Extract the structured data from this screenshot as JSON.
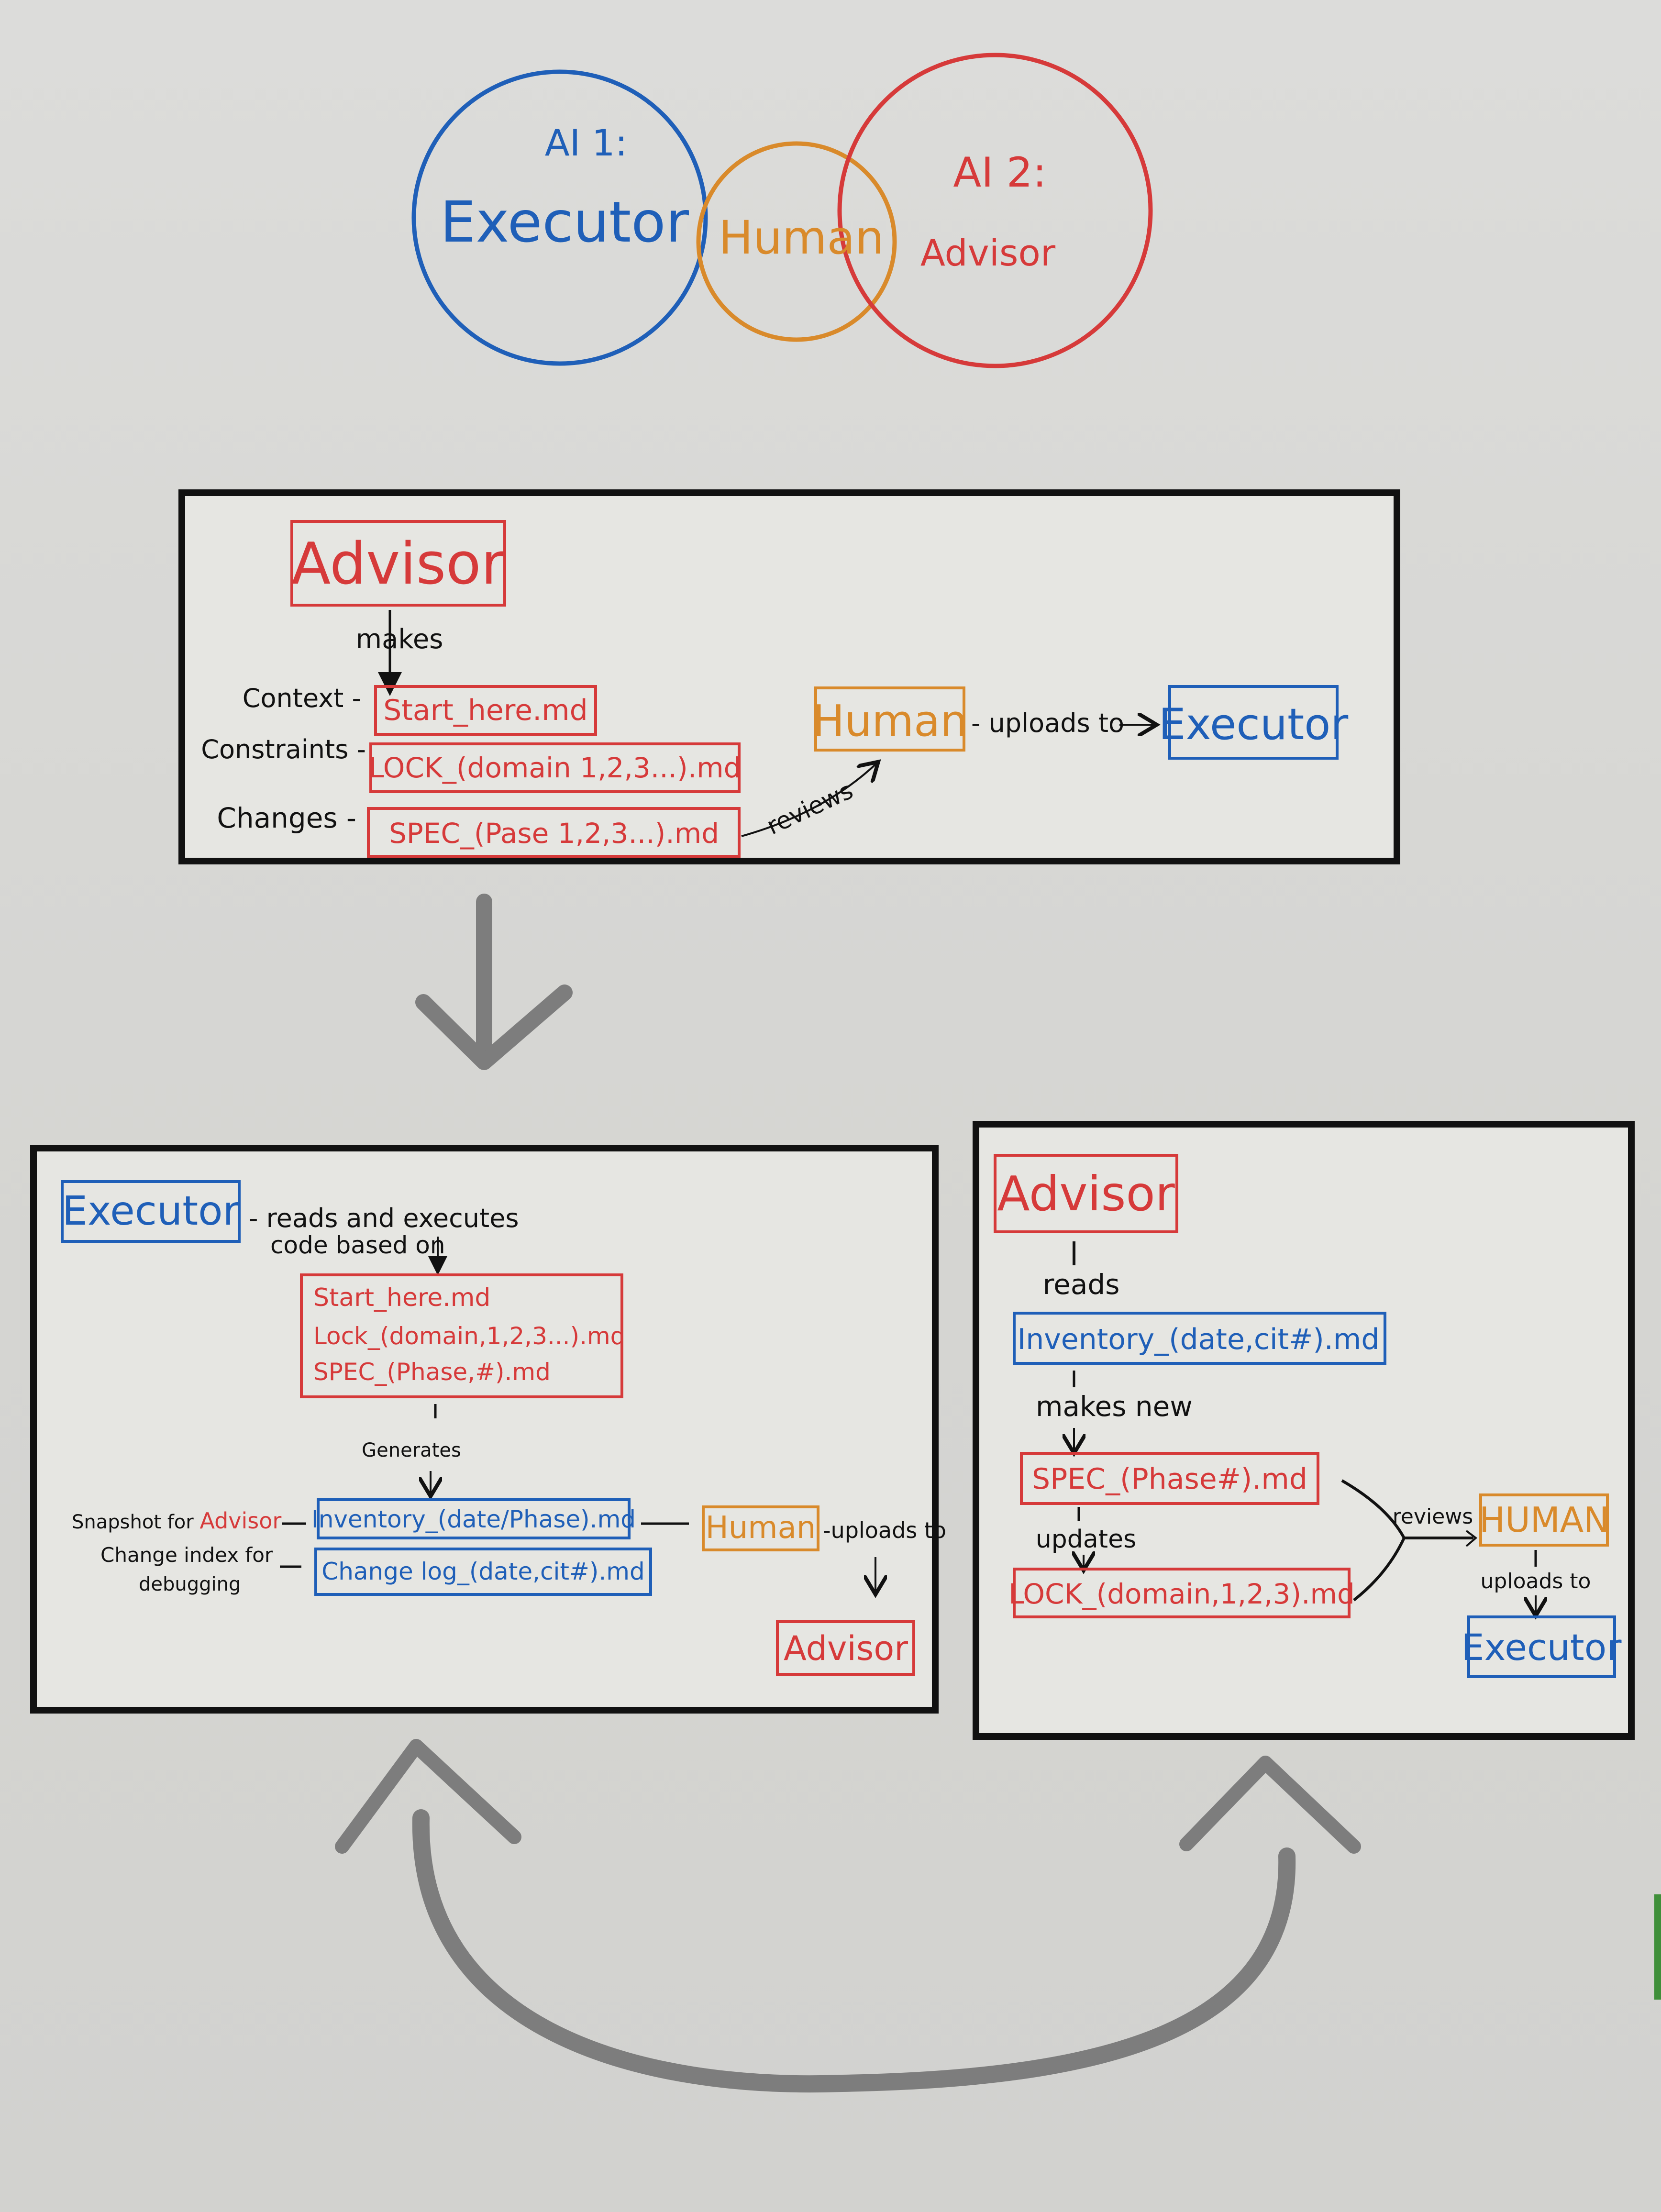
{
  "colors": {
    "blue": "#1f5fb8",
    "red": "#d63a3a",
    "orange": "#d98a2b",
    "black": "#111111",
    "gray": "#7d7d7d"
  },
  "venn": {
    "ai1_label": "AI 1:",
    "ai1_role": "Executor",
    "human": "Human",
    "ai2_label": "AI 2:",
    "ai2_role": "Advisor"
  },
  "panel1": {
    "advisor": "Advisor",
    "makes": "makes",
    "context": "Context -",
    "constraints": "Constraints -",
    "changes": "Changes -",
    "file_start": "Start_here.md",
    "file_lock": "LOCK_(domain 1,2,3...).md",
    "file_spec": "SPEC_(Pase 1,2,3...).md",
    "reviews": "reviews",
    "human": "Human",
    "uploads_to": "- uploads to",
    "executor": "Executor"
  },
  "panel2": {
    "executor": "Executor",
    "reads_line1": "- reads and executes",
    "reads_line2": "code based on",
    "file_start": "Start_here.md",
    "file_lock": "Lock_(domain,1,2,3...).md",
    "file_spec": "SPEC_(Phase,#).md",
    "generates": "Generates",
    "snapshot_prefix": "Snapshot for",
    "snapshot_advisor": "Advisor",
    "change_index_line1": "Change index for",
    "change_index_line2": "debugging",
    "file_inventory": "Inventory_(date/Phase).md",
    "file_changelog": "Change log_(date,cit#).md",
    "human": "Human",
    "uploads_to": "-uploads to",
    "advisor": "Advisor"
  },
  "panel3": {
    "advisor": "Advisor",
    "reads": "reads",
    "file_inventory": "Inventory_(date,cit#).md",
    "makes_new": "makes new",
    "file_spec": "SPEC_(Phase#).md",
    "updates": "updates",
    "file_lock": "LOCK_(domain,1,2,3).md",
    "reviews": "reviews",
    "human": "HUMAN",
    "uploads_to": "uploads to",
    "executor": "Executor"
  }
}
